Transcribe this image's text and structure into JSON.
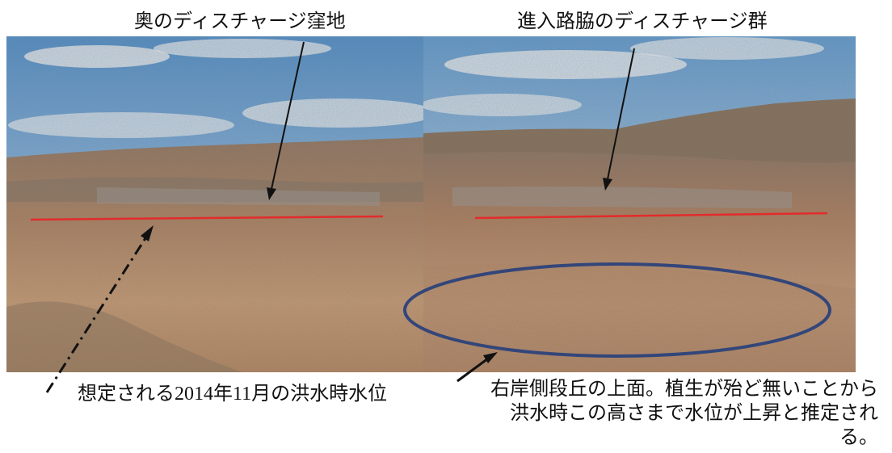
{
  "labels": {
    "top_left": "奥のディスチャージ窪地",
    "top_right": "進入路脇のディスチャージ群",
    "bottom_left": "想定される2014年11月の洪水時水位",
    "bottom_right_line1": "右岸側段丘の上面。植生が殆ど無いことから",
    "bottom_right_line2": "洪水時この高さまで水位が上昇と推定され",
    "bottom_right_line3": "る。"
  },
  "colors": {
    "sky": "#5f9bd0",
    "cloud": "#e8eef4",
    "ground": "#b98a66",
    "water_line": "#e32b2b",
    "ellipse": "#33467a",
    "arrow": "#111111"
  },
  "photo_panels": [
    "left-panorama-photo",
    "right-panorama-photo"
  ]
}
